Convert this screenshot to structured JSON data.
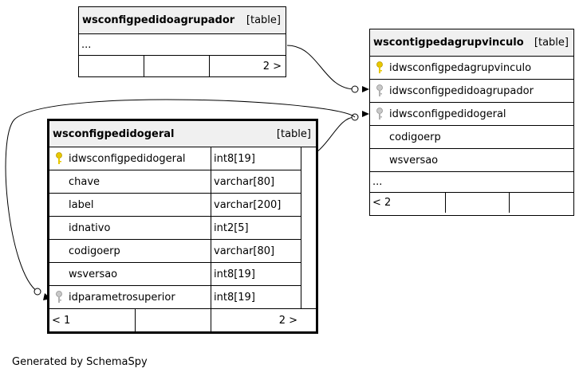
{
  "tables": {
    "agrupador": {
      "name": "wsconfigpedidoagrupador",
      "type": "[table]",
      "ellipsis": "...",
      "footer_right": "2 >"
    },
    "vinculo": {
      "name": "wscontigpedagrupvinculo",
      "type": "[table]",
      "columns": [
        {
          "name": "idwsconfigpedagrupvinculo",
          "key": "primary"
        },
        {
          "name": "idwsconfigpedidoagrupador",
          "key": "foreign"
        },
        {
          "name": "idwsconfigpedidogeral",
          "key": "foreign"
        },
        {
          "name": "codigoerp",
          "key": ""
        },
        {
          "name": "wsversao",
          "key": ""
        }
      ],
      "ellipsis": "...",
      "footer_left": "< 2"
    },
    "geral": {
      "name": "wsconfigpedidogeral",
      "type": "[table]",
      "columns": [
        {
          "name": "idwsconfigpedidogeral",
          "type": "int8[19]",
          "key": "primary"
        },
        {
          "name": "chave",
          "type": "varchar[80]",
          "key": ""
        },
        {
          "name": "label",
          "type": "varchar[200]",
          "key": ""
        },
        {
          "name": "idnativo",
          "type": "int2[5]",
          "key": ""
        },
        {
          "name": "codigoerp",
          "type": "varchar[80]",
          "key": ""
        },
        {
          "name": "wsversao",
          "type": "int8[19]",
          "key": ""
        },
        {
          "name": "idparametrosuperior",
          "type": "int8[19]",
          "key": "foreign"
        }
      ],
      "footer_left": "< 1",
      "footer_right": "2 >"
    }
  },
  "footer_text": "Generated by SchemaSpy",
  "colors": {
    "primary_key": "#e8c800",
    "foreign_key": "#a8a8a8",
    "header_bg": "#f0f0f0"
  }
}
